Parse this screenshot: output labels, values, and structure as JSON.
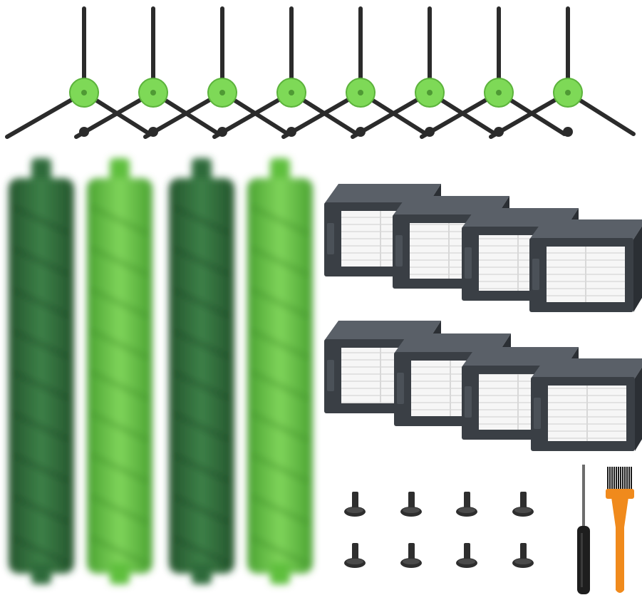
{
  "product": {
    "kind": "robot vacuum replacement parts kit",
    "counts": {
      "side_brushes": 8,
      "roller_brushes": 4,
      "hepa_filters": 8,
      "screws": 8,
      "screwdrivers": 1,
      "cleaning_brushes": 1
    }
  },
  "colors": {
    "background": "#ffffff",
    "brush_arm": "#2b2b2b",
    "brush_hub": "#7ed957",
    "roller_dark": "#2f6b3a",
    "roller_light": "#5fbf3e",
    "filter_frame": "#3a3f45",
    "filter_media": "#f4f4f4",
    "screw": "#2e2e2e",
    "tool_handle": "#1e1e1e",
    "cleaning_brush_handle": "#f08a1c"
  },
  "icons": {
    "side_brush": "side-brush-icon",
    "roller": "roller-brush-icon",
    "filter": "hepa-filter-icon",
    "screw": "screw-icon",
    "screwdriver": "screwdriver-icon",
    "cleaning_brush": "cleaning-brush-icon"
  }
}
